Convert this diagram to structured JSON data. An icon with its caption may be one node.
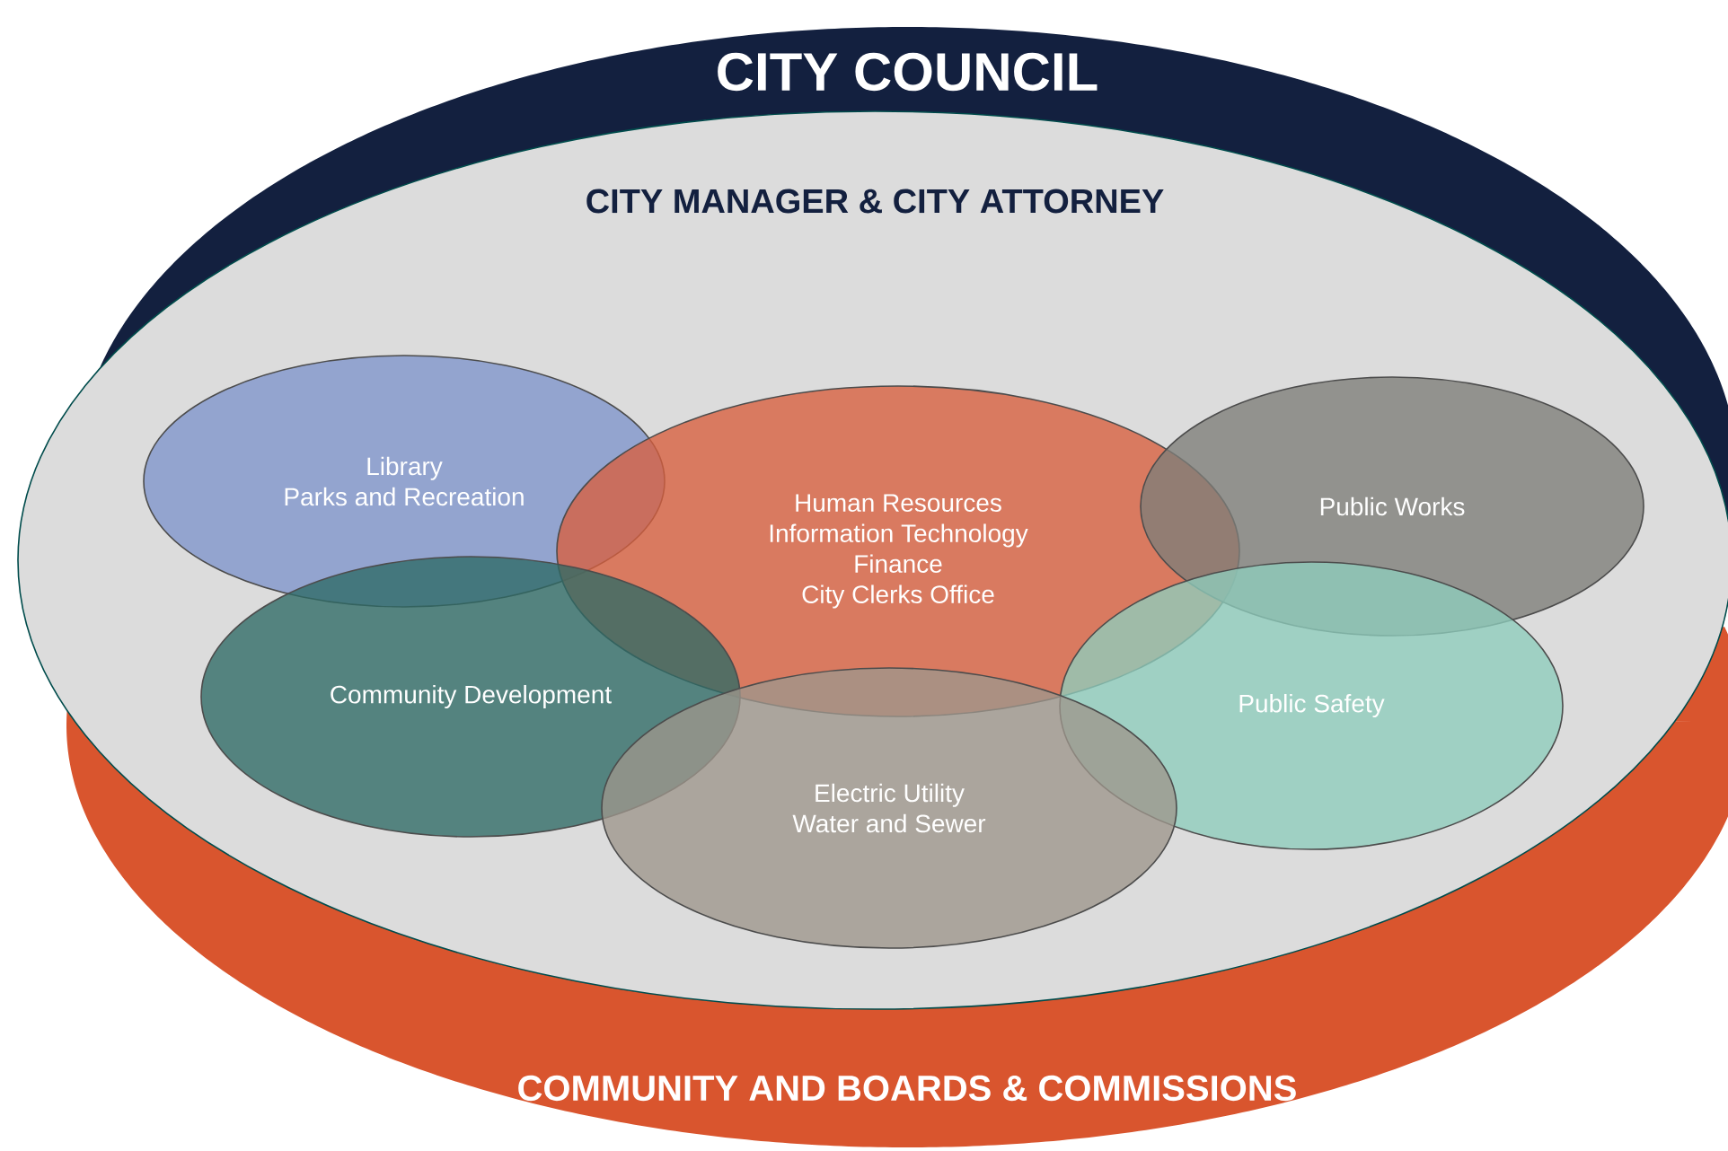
{
  "diagram": {
    "nodes": [
      {
        "text": [
          "CITY COUNCIL"
        ]
      },
      {
        "text": [
          "COMMUNITY AND BOARDS & COMMISSIONS"
        ]
      },
      {
        "text": [
          "CITY MANAGER & CITY ATTORNEY"
        ]
      },
      {
        "text": [
          "Library",
          "Parks and Recreation"
        ],
        "in": 2
      },
      {
        "text": [
          "Human Resources",
          "Information Technology",
          "Finance",
          "City Clerks Office"
        ],
        "in": 2
      },
      {
        "text": [
          "Public Works"
        ],
        "in": 2
      },
      {
        "text": [
          "Community Development"
        ],
        "in": 2
      },
      {
        "text": [
          "Public Safety"
        ],
        "in": 2
      },
      {
        "text": [
          "Electric Utility",
          "Water and Sewer"
        ],
        "in": 2
      }
    ]
  }
}
